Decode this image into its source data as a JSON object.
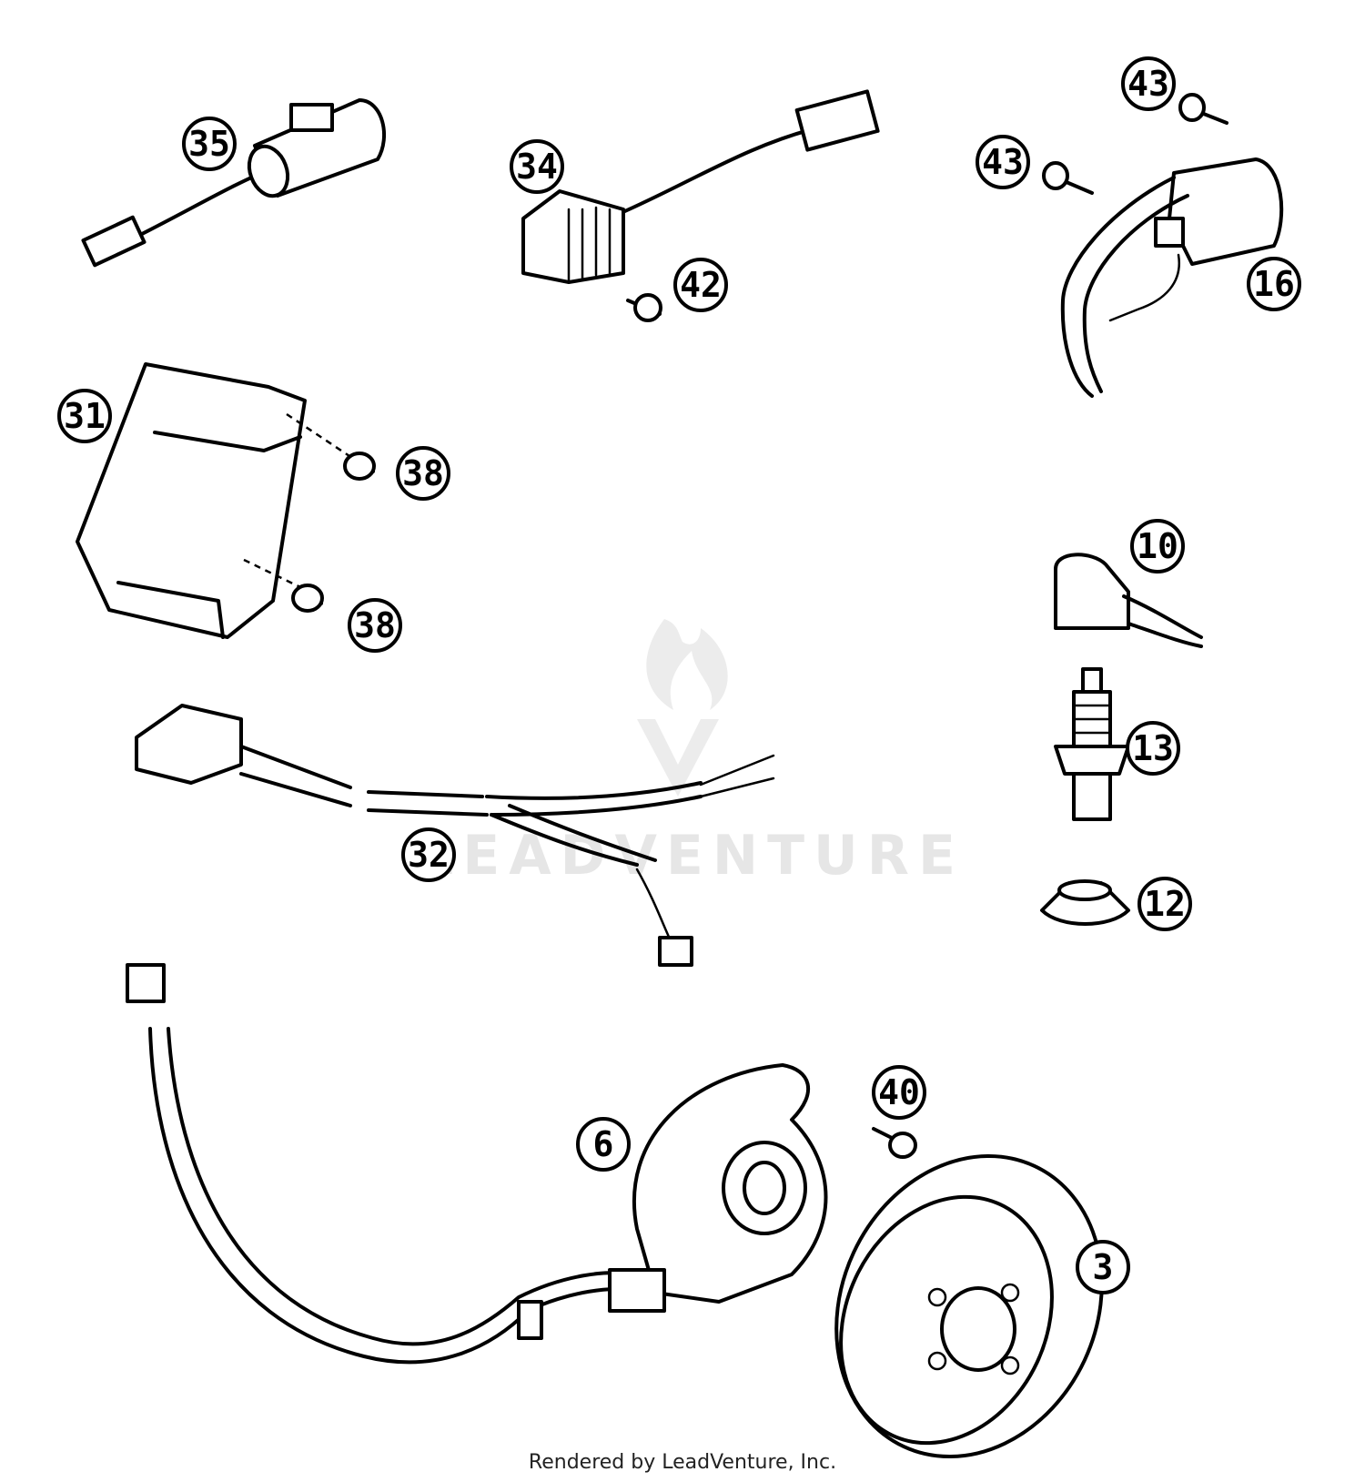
{
  "watermark": "LEADVENTURE",
  "footer": "Rendered by LeadVenture, Inc.",
  "callouts": {
    "c35": "35",
    "c34": "34",
    "c43a": "43",
    "c43b": "43",
    "c16": "16",
    "c42": "42",
    "c31": "31",
    "c38a": "38",
    "c38b": "38",
    "c10": "10",
    "c13": "13",
    "c32": "32",
    "c12": "12",
    "c40": "40",
    "c6": "6",
    "c3": "3"
  }
}
